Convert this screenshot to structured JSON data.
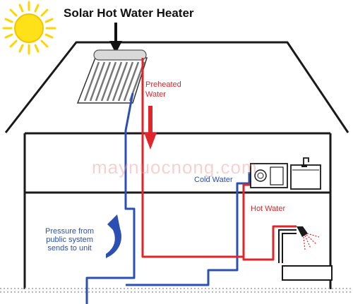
{
  "title": "Solar Hot Water Heater",
  "labels": {
    "preheated_line1": "Preheated",
    "preheated_line2": "Water",
    "cold_water": "Cold Water",
    "hot_water": "Hot Water",
    "pressure_line1": "Pressure from",
    "pressure_line2": "public system",
    "pressure_line3": "sends to unit"
  },
  "watermark": "maynuocnong.com",
  "colors": {
    "cold_pipe": "#2c4fb3",
    "hot_pipe": "#e0252b",
    "sun": "#ffd400",
    "outline": "#1a1a1a"
  }
}
